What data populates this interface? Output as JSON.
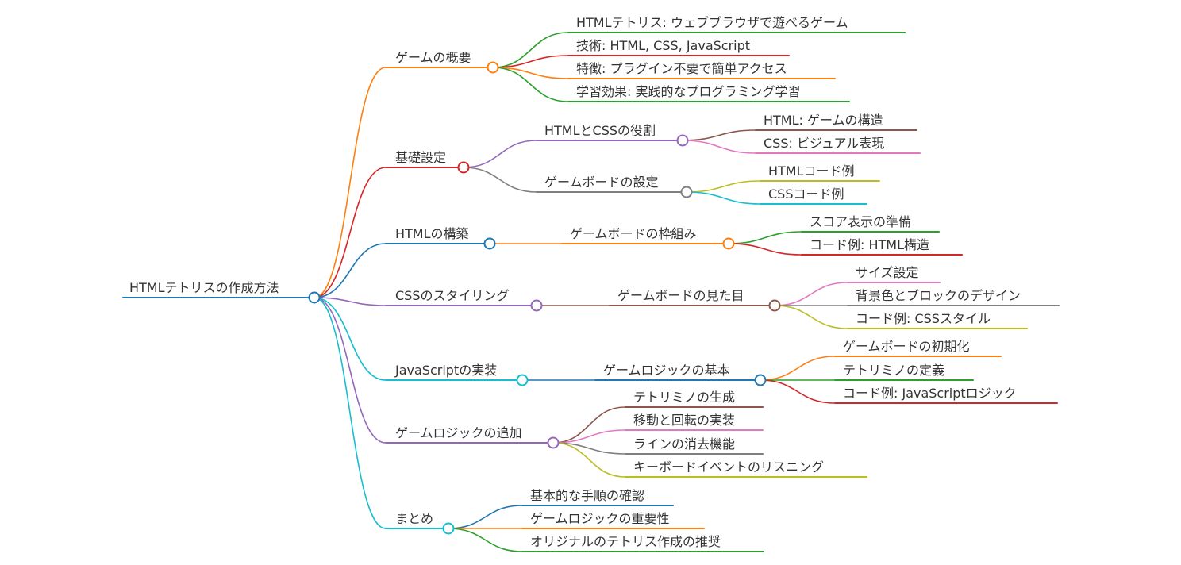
{
  "root": {
    "label": "HTMLテトリスの作成方法",
    "color": "#1f77b4"
  },
  "branches": [
    {
      "label": "ゲームの概要",
      "color": "#ff7f0e",
      "children": [
        {
          "label": "HTMLテトリス: ウェブブラウザで遊べるゲーム",
          "color": "#2ca02c"
        },
        {
          "label": "技術: HTML, CSS, JavaScript",
          "color": "#d62728"
        },
        {
          "label": "特徴: プラグイン不要で簡単アクセス",
          "color": "#ff7f0e"
        },
        {
          "label": "学習効果: 実践的なプログラミング学習",
          "color": "#2ca02c"
        }
      ]
    },
    {
      "label": "基礎設定",
      "color": "#d62728",
      "children": [
        {
          "label": "HTMLとCSSの役割",
          "color": "#9467bd",
          "children": [
            {
              "label": "HTML: ゲームの構造",
              "color": "#8c564b"
            },
            {
              "label": "CSS: ビジュアル表現",
              "color": "#e377c2"
            }
          ]
        },
        {
          "label": "ゲームボードの設定",
          "color": "#7f7f7f",
          "children": [
            {
              "label": "HTMLコード例",
              "color": "#bcbd22"
            },
            {
              "label": "CSSコード例",
              "color": "#17becf"
            }
          ]
        }
      ]
    },
    {
      "label": "HTMLの構築",
      "color": "#1f77b4",
      "children": [
        {
          "label": "ゲームボードの枠組み",
          "color": "#ff7f0e",
          "children": [
            {
              "label": "スコア表示の準備",
              "color": "#2ca02c"
            },
            {
              "label": "コード例: HTML構造",
              "color": "#d62728"
            }
          ]
        }
      ]
    },
    {
      "label": "CSSのスタイリング",
      "color": "#9467bd",
      "children": [
        {
          "label": "ゲームボードの見た目",
          "color": "#8c564b",
          "children": [
            {
              "label": "サイズ設定",
              "color": "#e377c2"
            },
            {
              "label": "背景色とブロックのデザイン",
              "color": "#7f7f7f"
            },
            {
              "label": "コード例: CSSスタイル",
              "color": "#bcbd22"
            }
          ]
        }
      ]
    },
    {
      "label": "JavaScriptの実装",
      "color": "#17becf",
      "children": [
        {
          "label": "ゲームロジックの基本",
          "color": "#1f77b4",
          "children": [
            {
              "label": "ゲームボードの初期化",
              "color": "#ff7f0e"
            },
            {
              "label": "テトリミノの定義",
              "color": "#2ca02c"
            },
            {
              "label": "コード例: JavaScriptロジック",
              "color": "#d62728"
            }
          ]
        }
      ]
    },
    {
      "label": "ゲームロジックの追加",
      "color": "#9467bd",
      "children": [
        {
          "label": "テトリミノの生成",
          "color": "#8c564b"
        },
        {
          "label": "移動と回転の実装",
          "color": "#e377c2"
        },
        {
          "label": "ラインの消去機能",
          "color": "#7f7f7f"
        },
        {
          "label": "キーボードイベントのリスニング",
          "color": "#bcbd22"
        }
      ]
    },
    {
      "label": "まとめ",
      "color": "#17becf",
      "children": [
        {
          "label": "基本的な手順の確認",
          "color": "#1f77b4"
        },
        {
          "label": "ゲームロジックの重要性",
          "color": "#ff7f0e"
        },
        {
          "label": "オリジナルのテトリス作成の推奨",
          "color": "#2ca02c"
        }
      ]
    }
  ]
}
